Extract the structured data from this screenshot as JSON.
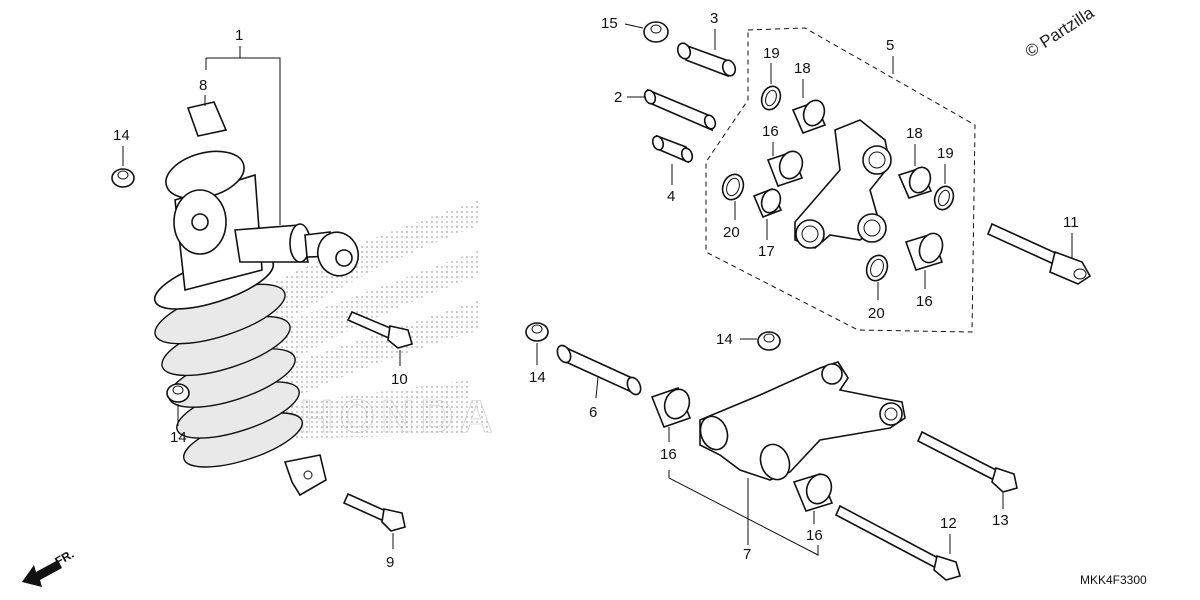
{
  "watermark": {
    "copyright_text": "© Partzilla"
  },
  "diagram_code": "MKK4F3300",
  "front_indicator": "FR.",
  "background_logo_text": "HONDA",
  "callouts": {
    "c1": "1",
    "c2": "2",
    "c3": "3",
    "c4": "4",
    "c5": "5",
    "c6": "6",
    "c7": "7",
    "c8": "8",
    "c9": "9",
    "c10": "10",
    "c11": "11",
    "c12": "12",
    "c13": "13",
    "c14a": "14",
    "c14b": "14",
    "c14c": "14",
    "c14d": "14",
    "c15": "15",
    "c16a": "16",
    "c16b": "16",
    "c16c": "16",
    "c16d": "16",
    "c17": "17",
    "c18a": "18",
    "c18b": "18",
    "c19a": "19",
    "c19b": "19",
    "c20a": "20",
    "c20b": "20"
  }
}
